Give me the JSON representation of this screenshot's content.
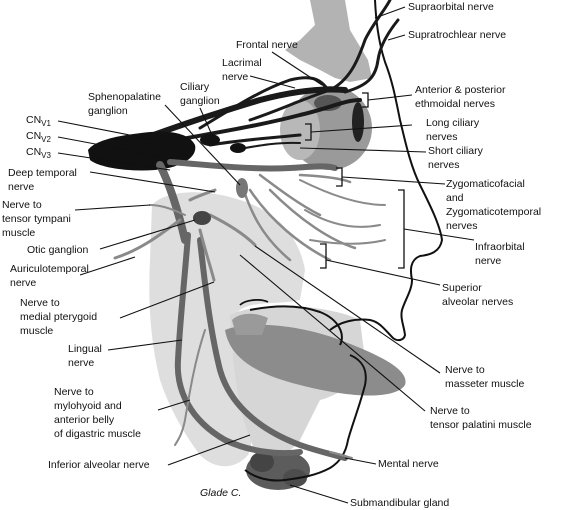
{
  "labels": {
    "supraorbital": "Supraorbital nerve",
    "supratrochlear": "Supratrochlear nerve",
    "frontal": "Frontal nerve",
    "lacrimal_1": "Lacrimal",
    "lacrimal_2": "nerve",
    "ant_post_1": "Anterior & posterior",
    "ant_post_2": "ethmoidal nerves",
    "long_ciliary_1": "Long ciliary",
    "long_ciliary_2": "nerves",
    "short_ciliary_1": "Short ciliary",
    "short_ciliary_2": "nerves",
    "sphenopalatine_1": "Sphenopalatine",
    "sphenopalatine_2": "ganglion",
    "ciliary_1": "Ciliary",
    "ciliary_2": "ganglion",
    "cn_main": "CN",
    "cn_v1_sub": "V1",
    "cn_v2_sub": "V2",
    "cn_v3_sub": "V3",
    "deep_temporal_1": "Deep temporal",
    "deep_temporal_2": "nerve",
    "tensor_tympani_1": "Nerve to",
    "tensor_tympani_2": "tensor tympani",
    "tensor_tympani_3": "muscle",
    "otic": "Otic ganglion",
    "auriculotemporal_1": "Auriculotemporal",
    "auriculotemporal_2": "nerve",
    "zygo_1": "Zygomaticofacial",
    "zygo_2": "and",
    "zygo_3": "Zygomaticotemporal",
    "zygo_4": "nerves",
    "infraorbital_1": "Infraorbital",
    "infraorbital_2": "nerve",
    "superior_alveolar_1": "Superior",
    "superior_alveolar_2": "alveolar nerves",
    "medial_pterygoid_1": "Nerve to",
    "medial_pterygoid_2": "medial pterygoid",
    "medial_pterygoid_3": "muscle",
    "lingual_1": "Lingual",
    "lingual_2": "nerve",
    "masseter_1": "Nerve to",
    "masseter_2": "masseter muscle",
    "mylohyoid_1": "Nerve to",
    "mylohyoid_2": "mylohyoid and",
    "mylohyoid_3": "anterior belly",
    "mylohyoid_4": "of digastric muscle",
    "tensor_palatini_1": "Nerve to",
    "tensor_palatini_2": "tensor palatini muscle",
    "mental": "Mental nerve",
    "inferior_alveolar": "Inferior alveolar nerve",
    "submandibular": "Submandibular gland",
    "signature": "Glade C."
  },
  "colors": {
    "background": "#ffffff",
    "line": "#111111",
    "light_gray": "#d9d9d9",
    "mid_gray": "#a6a6a6",
    "dark_gray": "#7a7a7a"
  }
}
